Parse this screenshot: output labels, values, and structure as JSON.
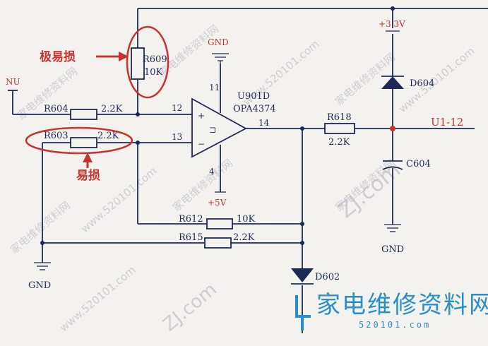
{
  "components": {
    "r609": {
      "ref": "R609",
      "value": "10K"
    },
    "r604": {
      "ref": "R604",
      "value": "2.2K"
    },
    "r603": {
      "ref": "R603",
      "value": "2.2K"
    },
    "r618": {
      "ref": "R618",
      "value": "2.2K"
    },
    "r612": {
      "ref": "R612",
      "value": "10K"
    },
    "r615": {
      "ref": "R615",
      "value": "2.2K"
    },
    "u901": {
      "ref": "U901D",
      "part": "OPA4374",
      "symbol": "⊐"
    },
    "d604": {
      "ref": "D604"
    },
    "d602": {
      "ref": "D602"
    },
    "c604": {
      "ref": "C604"
    }
  },
  "pins": {
    "p11": "11",
    "p12": "12",
    "p13": "13",
    "p14": "14",
    "p4": "4",
    "plus": "+",
    "minus": "−"
  },
  "power": {
    "gnd": "GND",
    "v33": "+3.3V",
    "v5": "+5V",
    "nu": "NU"
  },
  "nets": {
    "u1_12": "U1-12"
  },
  "annotations": {
    "very_fragile": "极易损",
    "fragile": "易损"
  },
  "watermarks": {
    "brand_cn": "家电维修资料网",
    "brand_url": "520101.com",
    "text1": "家电维修资料网",
    "text2": "www.520101.com",
    "text3": "ZJ.com"
  },
  "colors": {
    "ink": "#1c2a55",
    "annotation": "#c8332f",
    "brand": "#2a8fc9",
    "paper": "#f4f2ee"
  }
}
